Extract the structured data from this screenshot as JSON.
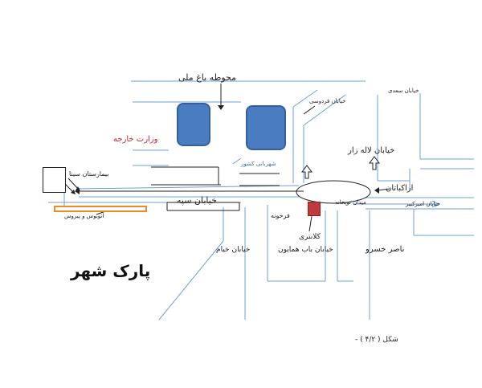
{
  "labels": {
    "bagh_melli": "محوطه باغ ملی",
    "ferdowsi": "خیابان فردوسی",
    "saadi": "خیابان سعدی",
    "vezarat": "وزارت خارجه",
    "shahrbani": "شهربانی کشور",
    "lalezar": "خیابان لاله زار",
    "akbatan": "اراکباتان",
    "sina": "بیمارستان سینا",
    "sepah": "خیابان سپه",
    "topkhaneh": "میدان توپخانه",
    "amirkabir": "خیابان امیرکبیر",
    "parking": "اتوبوس و پیروس",
    "farkhondeh": "فرخونه",
    "kalantari": "کلانتری",
    "khayyam": "خیابان خیام",
    "bab_homayoun": "خیابان باب همایون",
    "naser_khosrow": "ناصر خسرو",
    "park_shahr": "پارک شهر",
    "caption": "شکل ( ۴/۲ ) -"
  },
  "colors": {
    "street": "#6f9ed8",
    "dark_line": "#222222",
    "building": "#4a7cc2",
    "police": "#c0393b",
    "parking_outline": "#f0892a",
    "red_label": "#c0262c"
  }
}
